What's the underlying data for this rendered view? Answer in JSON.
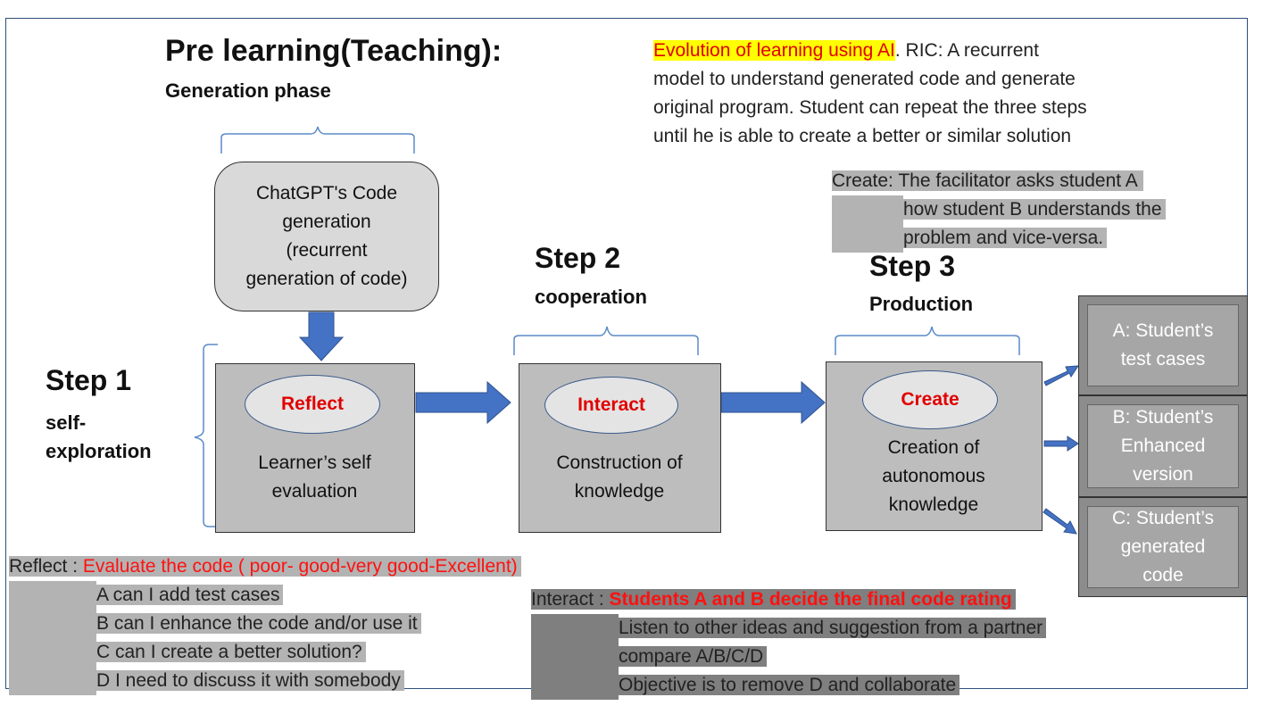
{
  "title": "Pre learning(Teaching):",
  "subtitle": "Generation phase",
  "top_note": {
    "highlight": "Evolution of learning using AI",
    "rest_line1": ". RIC: A recurrent",
    "line2": "model to understand generated code and generate",
    "line3": "original program. Student can repeat the three steps",
    "line4": "until he is able to create a better or similar solution"
  },
  "create_note": {
    "line1": "Create: The facilitator asks student A",
    "line2": "how student B understands the",
    "line3": "problem and vice-versa."
  },
  "generation_box": [
    "ChatGPT's Code",
    "generation",
    "(recurrent",
    "generation of code)"
  ],
  "steps": [
    {
      "title": "Step 1",
      "subtitle_line1": "self-",
      "subtitle_line2": "exploration",
      "ellipse": "Reflect",
      "label_line1": "Learner’s self",
      "label_line2": "evaluation"
    },
    {
      "title": "Step 2",
      "subtitle": "cooperation",
      "ellipse": "Interact",
      "label_line1": "Construction of",
      "label_line2": "knowledge"
    },
    {
      "title": "Step 3",
      "subtitle": "Production",
      "ellipse": "Create",
      "label_line1": "Creation of",
      "label_line2": "autonomous",
      "label_line3": "knowledge"
    }
  ],
  "outputs": [
    {
      "line1": "A: Student’s",
      "line2": "test cases"
    },
    {
      "line1": "B: Student’s",
      "line2": "Enhanced",
      "line3": "version"
    },
    {
      "line1": "C: Student’s",
      "line2": "generated",
      "line3": "code"
    }
  ],
  "reflect_note": {
    "prefix": "Reflect : ",
    "headline": "Evaluate the code ( poor- good-very good-Excellent)",
    "items": [
      "A can I add test cases",
      "B can I enhance the code and/or use it",
      "C can I create a better solution?",
      "D I need to discuss it with somebody"
    ]
  },
  "interact_note": {
    "prefix": "Interact : ",
    "headline": "Students A and B decide the final code rating",
    "items": [
      "Listen to other ideas and suggestion from a partner",
      "compare A/B/C/D",
      "Objective is to remove D and collaborate"
    ]
  },
  "colors": {
    "arrow": "#4472c4",
    "bracket": "#5b8ac8",
    "emphasis": "#ff1111",
    "highlight_yellow": "#ffff00"
  }
}
